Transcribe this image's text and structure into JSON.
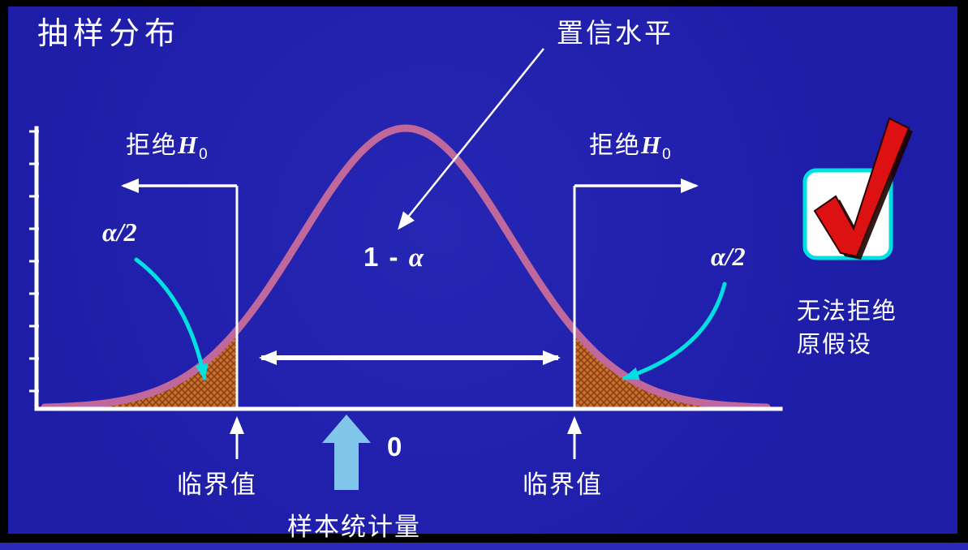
{
  "title": "抽样分布",
  "labels": {
    "confidence": "置信水平",
    "reject_prefix": "拒绝",
    "hypothesis_symbol": "H",
    "hypothesis_subscript": "0",
    "alpha_half": "α/2",
    "one_minus_prefix": "1 - ",
    "alpha": "α",
    "critical_value": "临界值",
    "zero": "0",
    "sample_statistic": "样本统计量"
  },
  "checkbox": {
    "caption_line1": "无法拒绝",
    "caption_line2": "原假设"
  },
  "colors": {
    "background": "#1d1da8",
    "curve": "#c0679b",
    "tail_fill": "#c8702f",
    "tail_hatch": "#8a3d10",
    "cyan_accent": "#00e0e0",
    "statistic_arrow": "#7fc6ea",
    "check_red": "#dd1111",
    "text": "#ffffff"
  }
}
